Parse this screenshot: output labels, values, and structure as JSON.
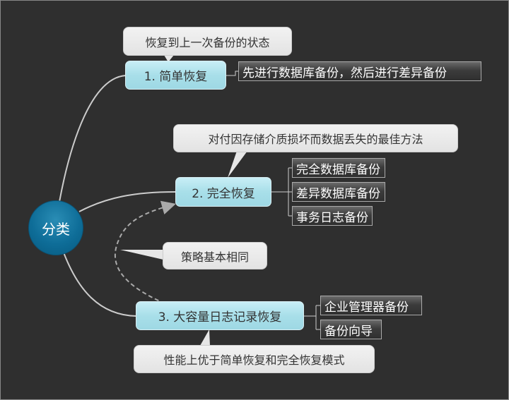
{
  "root": {
    "label": "分类"
  },
  "topics": [
    {
      "label": "1. 简单恢复",
      "callout": "恢复到上一次备份的状态",
      "leaves": [
        "先进行数据库备份，然后进行差异备份"
      ]
    },
    {
      "label": "2. 完全恢复",
      "callout": "对付因存储介质损坏而数据丢失的最佳方法",
      "leaves": [
        "完全数据库备份",
        "差异数据库备份",
        "事务日志备份"
      ]
    },
    {
      "label": "3. 大容量日志记录恢复",
      "callout": "性能上优于简单恢复和完全恢复模式",
      "leaves": [
        "企业管理器备份",
        "备份向导"
      ]
    }
  ],
  "relationship": {
    "label": "策略基本相同"
  },
  "colors": {
    "background": "#2f2f2f",
    "root": "#0e6d98",
    "topic": "#a8dfe9",
    "callout": "#e8e8e8"
  }
}
